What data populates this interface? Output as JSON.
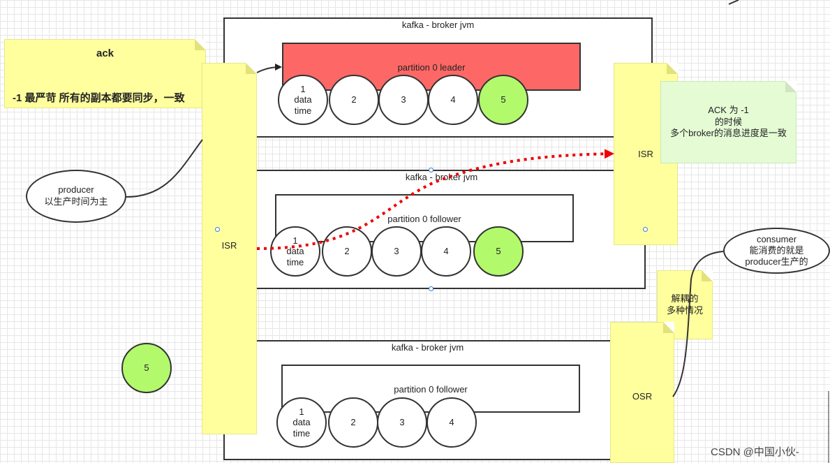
{
  "brokers": [
    {
      "title": "kafka - broker  jvm",
      "partition_label": "partition 0  leader",
      "circles": [
        "1\ndata\ntime",
        "2",
        "3",
        "4",
        "5"
      ]
    },
    {
      "title": "kafka - broker  jvm",
      "partition_label": "partition 0  follower",
      "circles": [
        "1\ndata\ntime",
        "2",
        "3",
        "4",
        "5"
      ]
    },
    {
      "title": "kafka - broker  jvm",
      "partition_label": "partition 0  follower",
      "circles": [
        "1\ndata\ntime",
        "2",
        "3",
        "4"
      ]
    }
  ],
  "notes": {
    "ack_title": "ack",
    "ack_body": "-1 最严苛 所有的副本都要同步，一致",
    "isr_left": "ISR",
    "isr_right": "ISR",
    "ack_explain": "ACK 为 -1\n的时候\n多个broker的消息进度是一致",
    "decouple": "解耦的\n多种情况",
    "osr": "OSR"
  },
  "producer": "producer\n以生产时间为主",
  "consumer": "consumer\n能消费的就是\nproducer生产的",
  "standalone_circle": "5",
  "watermark": "CSDN @中国小伙-",
  "colors": {
    "leader": "#fd6866",
    "green": "#b2fa6c",
    "note": "#ffff9e",
    "green_note": "#e4fbd4"
  }
}
